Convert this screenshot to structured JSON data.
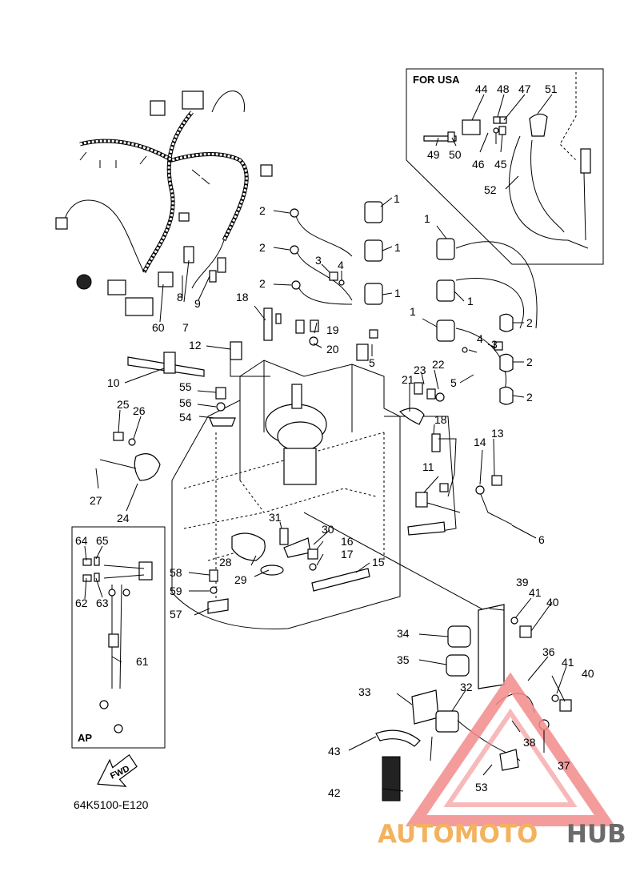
{
  "usa_box": {
    "title": "FOR USA"
  },
  "ap_box": {
    "title": "AP"
  },
  "fwd_label": "FWD",
  "diagram_code": "64K5100-E120",
  "watermark": {
    "part1": "AUTOMOTO",
    "part2": "HUB",
    "color_light": "#f3b25e",
    "color_dark": "#6b6b6b",
    "triangle_color": "#f28b8b"
  },
  "callouts": [
    "1",
    "1",
    "1",
    "1",
    "1",
    "1",
    "1",
    "2",
    "2",
    "2",
    "2",
    "2",
    "2",
    "3",
    "3",
    "4",
    "4",
    "5",
    "5",
    "6",
    "7",
    "8",
    "9",
    "10",
    "11",
    "12",
    "13",
    "14",
    "15",
    "16",
    "17",
    "18",
    "18",
    "19",
    "20",
    "21",
    "22",
    "23",
    "24",
    "25",
    "26",
    "27",
    "28",
    "29",
    "30",
    "31",
    "32",
    "33",
    "34",
    "35",
    "36",
    "37",
    "38",
    "39",
    "40",
    "40",
    "41",
    "41",
    "42",
    "43",
    "44",
    "45",
    "46",
    "47",
    "48",
    "49",
    "50",
    "51",
    "52",
    "53",
    "54",
    "55",
    "56",
    "57",
    "58",
    "59",
    "60",
    "61",
    "62",
    "63",
    "64",
    "65"
  ]
}
